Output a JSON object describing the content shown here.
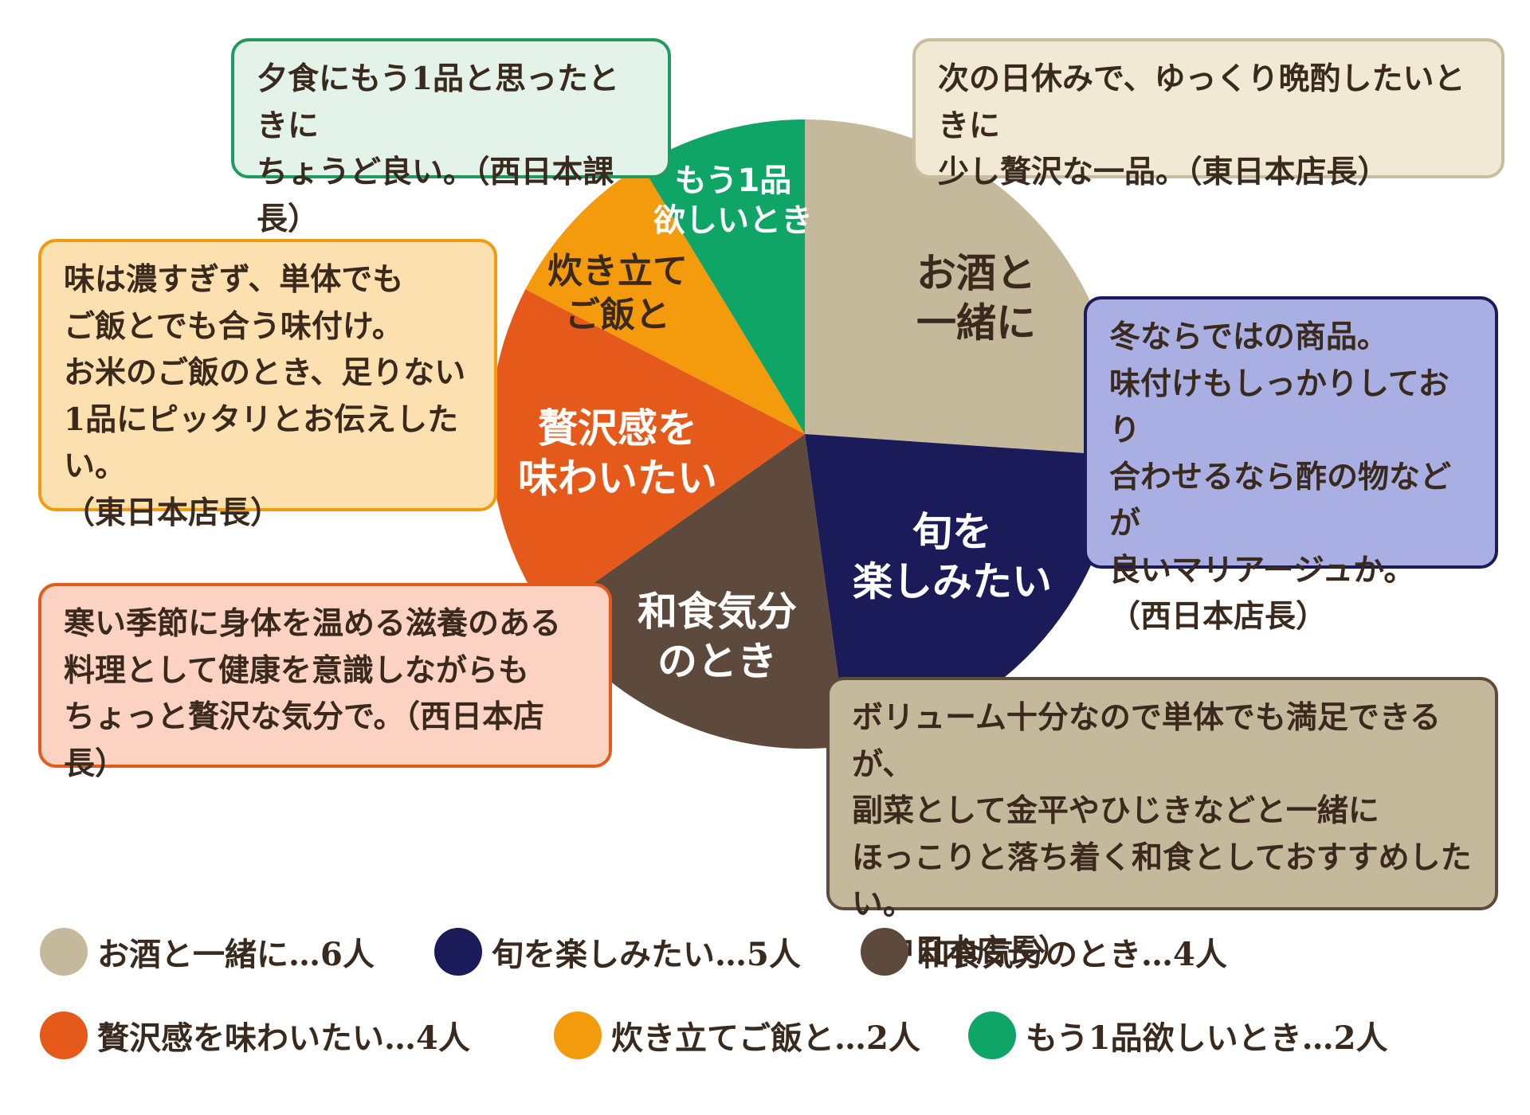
{
  "chart_data": {
    "type": "pie",
    "slices": [
      {
        "label_lines": [
          "お酒と",
          "一緒に"
        ],
        "value": 6,
        "color": "#c5b99c",
        "text_color": "#3a2a1e"
      },
      {
        "label_lines": [
          "旬を",
          "楽しみたい"
        ],
        "value": 5,
        "color": "#1b1b5a",
        "text_color": "#ffffff"
      },
      {
        "label_lines": [
          "和食気分",
          "のとき"
        ],
        "value": 4,
        "color": "#5e4a3c",
        "text_color": "#ffffff"
      },
      {
        "label_lines": [
          "贅沢感を",
          "味わいたい"
        ],
        "value": 4,
        "color": "#e55a1b",
        "text_color": "#ffffff"
      },
      {
        "label_lines": [
          "炊き立て",
          "ご飯と"
        ],
        "value": 2,
        "color": "#f39a0d",
        "text_color": "#3a2a1e"
      },
      {
        "label_lines": [
          "もう1品",
          "欲しいとき"
        ],
        "value": 2,
        "color": "#0fa566",
        "text_color": "#ffffff"
      }
    ],
    "legend": [
      {
        "text": "お酒と一緒に…6人",
        "color": "#c5b99c"
      },
      {
        "text": "旬を楽しみたい…5人",
        "color": "#1b1b5a"
      },
      {
        "text": "和食気分のとき…4人",
        "color": "#5e4a3c"
      },
      {
        "text": "贅沢感を味わいたい…4人",
        "color": "#e55a1b"
      },
      {
        "text": "炊き立てご飯と…2人",
        "color": "#f39a0d"
      },
      {
        "text": "もう1品欲しいとき…2人",
        "color": "#0fa566"
      }
    ]
  },
  "comments": {
    "green": {
      "lines": [
        "夕食にもう1品と思ったときに",
        "ちょうど良い。（西日本課長）"
      ],
      "border": "#1f9a60",
      "bg": "#e3f3ea"
    },
    "tan": {
      "lines": [
        "次の日休みで、ゆっくり晩酌したいときに",
        "少し贅沢な一品。（東日本店長）"
      ],
      "border": "#c8bd9f",
      "bg": "#f1e9d3"
    },
    "orange": {
      "lines": [
        "味は濃すぎず、単体でも",
        "ご飯とでも合う味付け。",
        "お米のご飯のとき、足りない",
        "1品にピッタリとお伝えしたい。",
        "（東日本店長）"
      ],
      "border": "#f39a0d",
      "bg": "#fde0b0"
    },
    "blue": {
      "lines": [
        "冬ならではの商品。",
        "味付けもしっかりしており",
        "合わせるなら酢の物などが",
        "良いマリアージュか。",
        "（西日本店長）"
      ],
      "border": "#1b1b5a",
      "bg": "#a9afe2"
    },
    "red": {
      "lines": [
        "寒い季節に身体を温める滋養のある",
        "料理として健康を意識しながらも",
        "ちょっと贅沢な気分で。（西日本店長）"
      ],
      "border": "#e55a1b",
      "bg": "#fcd3c2"
    },
    "brown": {
      "lines": [
        "ボリューム十分なので単体でも満足できるが、",
        "副菜として金平やひじきなどと一緒に",
        "ほっこりと落ち着く和食としておすすめしたい。",
        "（中日本店長）"
      ],
      "border": "#5e4a3c",
      "bg": "#c5b99c"
    }
  }
}
